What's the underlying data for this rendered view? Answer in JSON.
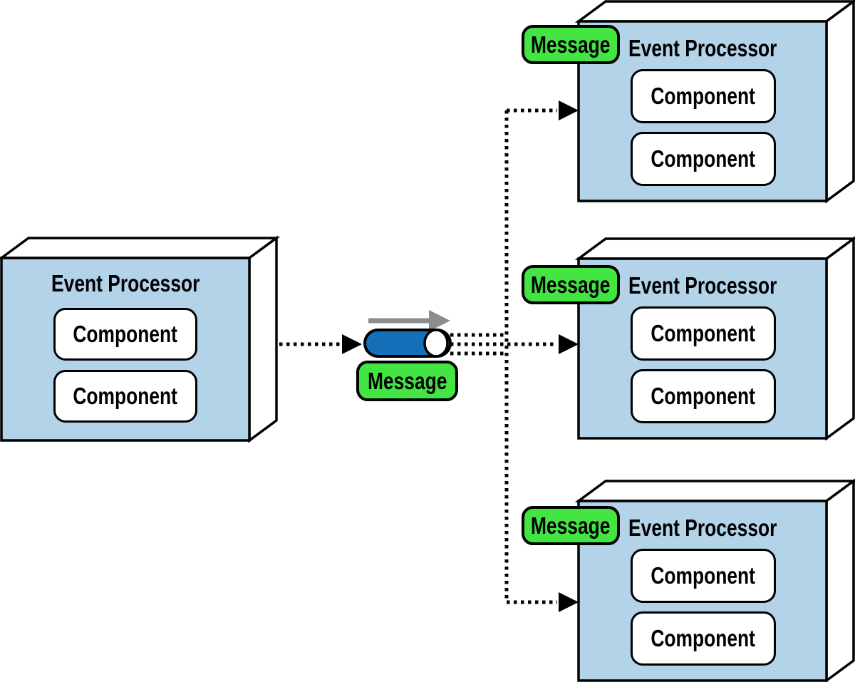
{
  "diagram": {
    "source": {
      "title": "Event Processor",
      "components": [
        "Component",
        "Component"
      ]
    },
    "channel": {
      "message_label": "Message"
    },
    "consumers": [
      {
        "badge": "Message",
        "title": "Event Processor",
        "components": [
          "Component",
          "Component"
        ]
      },
      {
        "badge": "Message",
        "title": "Event Processor",
        "components": [
          "Component",
          "Component"
        ]
      },
      {
        "badge": "Message",
        "title": "Event Processor",
        "components": [
          "Component",
          "Component"
        ]
      }
    ],
    "colors": {
      "node_fill": "#B3D3E9",
      "node_border": "#000000",
      "component_fill": "#FFFFFF",
      "message_fill": "#43E543",
      "channel_fill": "#1470B8",
      "flow_arrow": "#8C8C8C",
      "connector": "#000000"
    }
  }
}
